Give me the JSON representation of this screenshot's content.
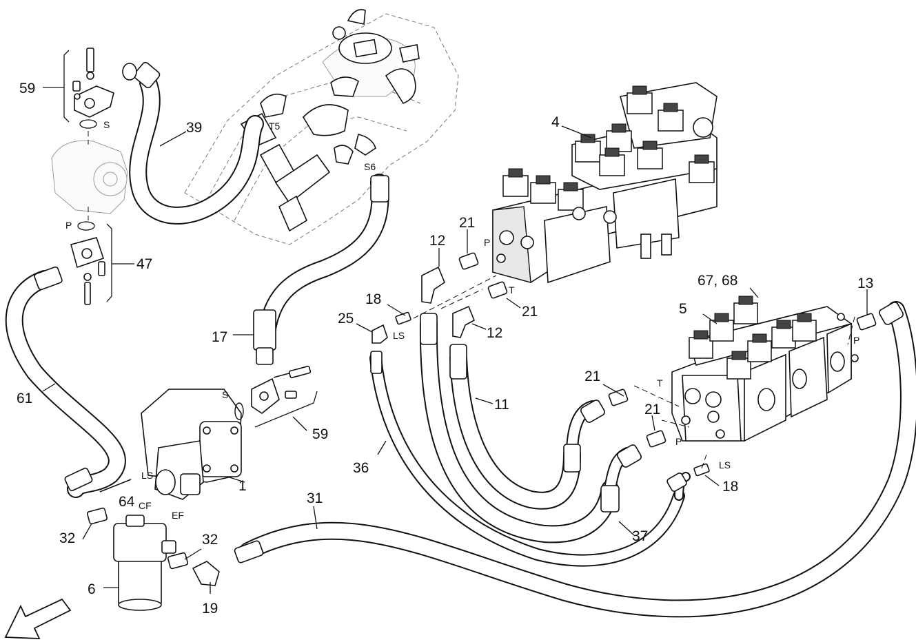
{
  "callouts": {
    "c59a": "59",
    "c39": "39",
    "cT5": "T5",
    "cS6": "S6",
    "c4": "4",
    "cS1": "S",
    "cP1": "P",
    "c47": "47",
    "c21a": "21",
    "c12a": "12",
    "cPa": "P",
    "c18a": "18",
    "c25": "25",
    "cLSa": "LS",
    "cTa": "T",
    "c21b": "21",
    "c12b": "12",
    "c6768": "67, 68",
    "c13": "13",
    "c5": "5",
    "cPb": "P",
    "c17": "17",
    "c61": "61",
    "cS2": "S",
    "c59b": "59",
    "c21c": "21",
    "cTb": "T",
    "c11": "11",
    "c21d": "21",
    "cPc": "P",
    "c36": "36",
    "cLSb": "LS",
    "c18b": "18",
    "cLSc": "LS",
    "c1": "1",
    "c64": "64",
    "cCF": "CF",
    "cEF": "EF",
    "c31": "31",
    "c32a": "32",
    "c32b": "32",
    "c37": "37",
    "c6": "6",
    "c19": "19"
  },
  "icons": {
    "direction_arrow": "front-direction-arrow-icon"
  }
}
